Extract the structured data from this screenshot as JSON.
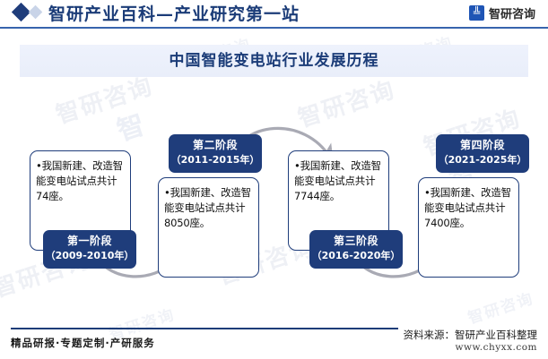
{
  "header": {
    "site_title": "智研产业百科—产业研究第一站",
    "logo_mark": "logo-mark-icon",
    "logo_text": "智研咨询",
    "diamond_icon": "diamond-icon"
  },
  "banner": {
    "title": "中国智能变电站行业发展历程"
  },
  "colors": {
    "brand_navy": "#1f3d7b",
    "header_rule": "#3764ad",
    "banner_bg": "#eef2fc",
    "arrow_gray": "#a9aab4",
    "box_border": "#1f3d7b",
    "watermark": "#eef0f5"
  },
  "diagram": {
    "type": "timeline-milestones",
    "stages": [
      {
        "name": "第一阶段",
        "years": "（2009-2010年）",
        "label_position": "bottom",
        "body": "•我国新建、改造智能变电站试点共计74座。",
        "count": 74
      },
      {
        "name": "第二阶段",
        "years": "（2011-2015年）",
        "label_position": "top",
        "body": "•我国新建、改造智能变电站试点共计8050座。",
        "count": 8050
      },
      {
        "name": "第三阶段",
        "years": "（2016-2020年）",
        "label_position": "bottom",
        "body": "•我国新建、改造智能变电站试点共计7744座。",
        "count": 7744
      },
      {
        "name": "第四阶段",
        "years": "（2021-2025年）",
        "label_position": "top",
        "body": "•我国新建、改造智能变电站试点共计7400座。",
        "count": 7400
      }
    ],
    "connectors": [
      {
        "name": "arrow-stage1-to-stage2",
        "direction": "down-arc"
      },
      {
        "name": "arrow-stage2-to-stage3",
        "direction": "up-arc"
      },
      {
        "name": "arrow-stage3-to-stage4",
        "direction": "down-arc"
      }
    ]
  },
  "footer": {
    "tagline": "精品研报·专题定制·产研服务",
    "source": "资料来源：智研产业百科整理",
    "url": "www.chyxx.com"
  },
  "watermarks": {
    "text": "智研咨询",
    "mark": "智"
  }
}
